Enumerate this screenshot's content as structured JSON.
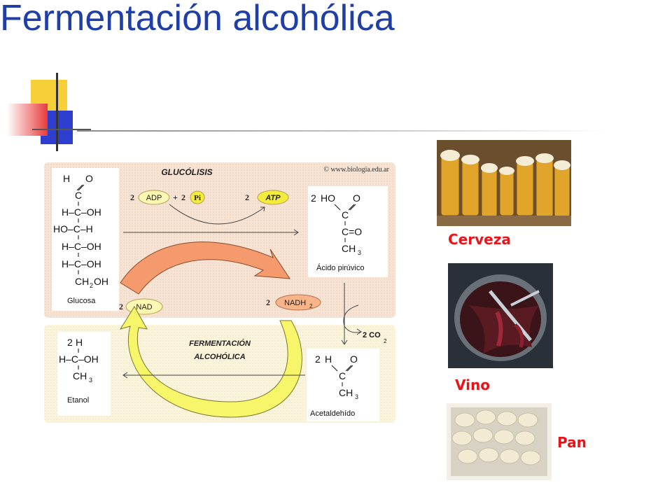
{
  "slide": {
    "title": "Fermentación alcohólica"
  },
  "diagram": {
    "credit": "© www.biologia.edu.ar",
    "glucolisis_label": "GLUCÓLISIS",
    "fermentacion_label_1": "FERMENTACIÓN",
    "fermentacion_label_2": "ALCOHÓLICA",
    "glucose": {
      "lines": [
        "H",
        "O",
        "C",
        "H–C–OH",
        "HO–C–H",
        "H–C–OH",
        "H–C–OH",
        "CH",
        "2",
        "OH"
      ],
      "name": "Glucosa"
    },
    "pyruvic": {
      "coef": "2",
      "line1": "HO",
      "o": "O",
      "c": "C",
      "c2": "C=O",
      "ch": "CH",
      "sub": "3",
      "name": "Ácido pirúvico"
    },
    "acetaldehyde": {
      "coef": "2",
      "h": "H",
      "o": "O",
      "c": "C",
      "ch": "CH",
      "sub": "3",
      "name": "Acetaldehído"
    },
    "ethanol": {
      "coef": "2",
      "h": "H",
      "mid": "H–C–OH",
      "ch": "CH",
      "sub": "3",
      "name": "Etanol"
    },
    "adp": {
      "coef": "2",
      "label": "ADP",
      "plus": "+",
      "coef2": "2",
      "pi": "Pi"
    },
    "atp": {
      "coef": "2",
      "label": "ATP"
    },
    "nad": {
      "coef": "2",
      "label": "NAD"
    },
    "nadh": {
      "coef": "2",
      "label": "NADH",
      "sub": "2"
    },
    "co2": {
      "label": "2 CO",
      "sub": "2"
    }
  },
  "images": [
    {
      "caption": "Cerveza",
      "icon": "beer-glasses-photo"
    },
    {
      "caption": "Vino",
      "icon": "wine-vat-photo"
    },
    {
      "caption": "Pan",
      "icon": "bread-dough-photo"
    }
  ],
  "colors": {
    "title": "#1f3ea8",
    "caption": "#e8141a",
    "panel_top": "#f6e3d4",
    "panel_bottom": "#fbf4dd",
    "orange_arrow": "#f59a6c",
    "yellow_arrow": "#f7f56a"
  }
}
